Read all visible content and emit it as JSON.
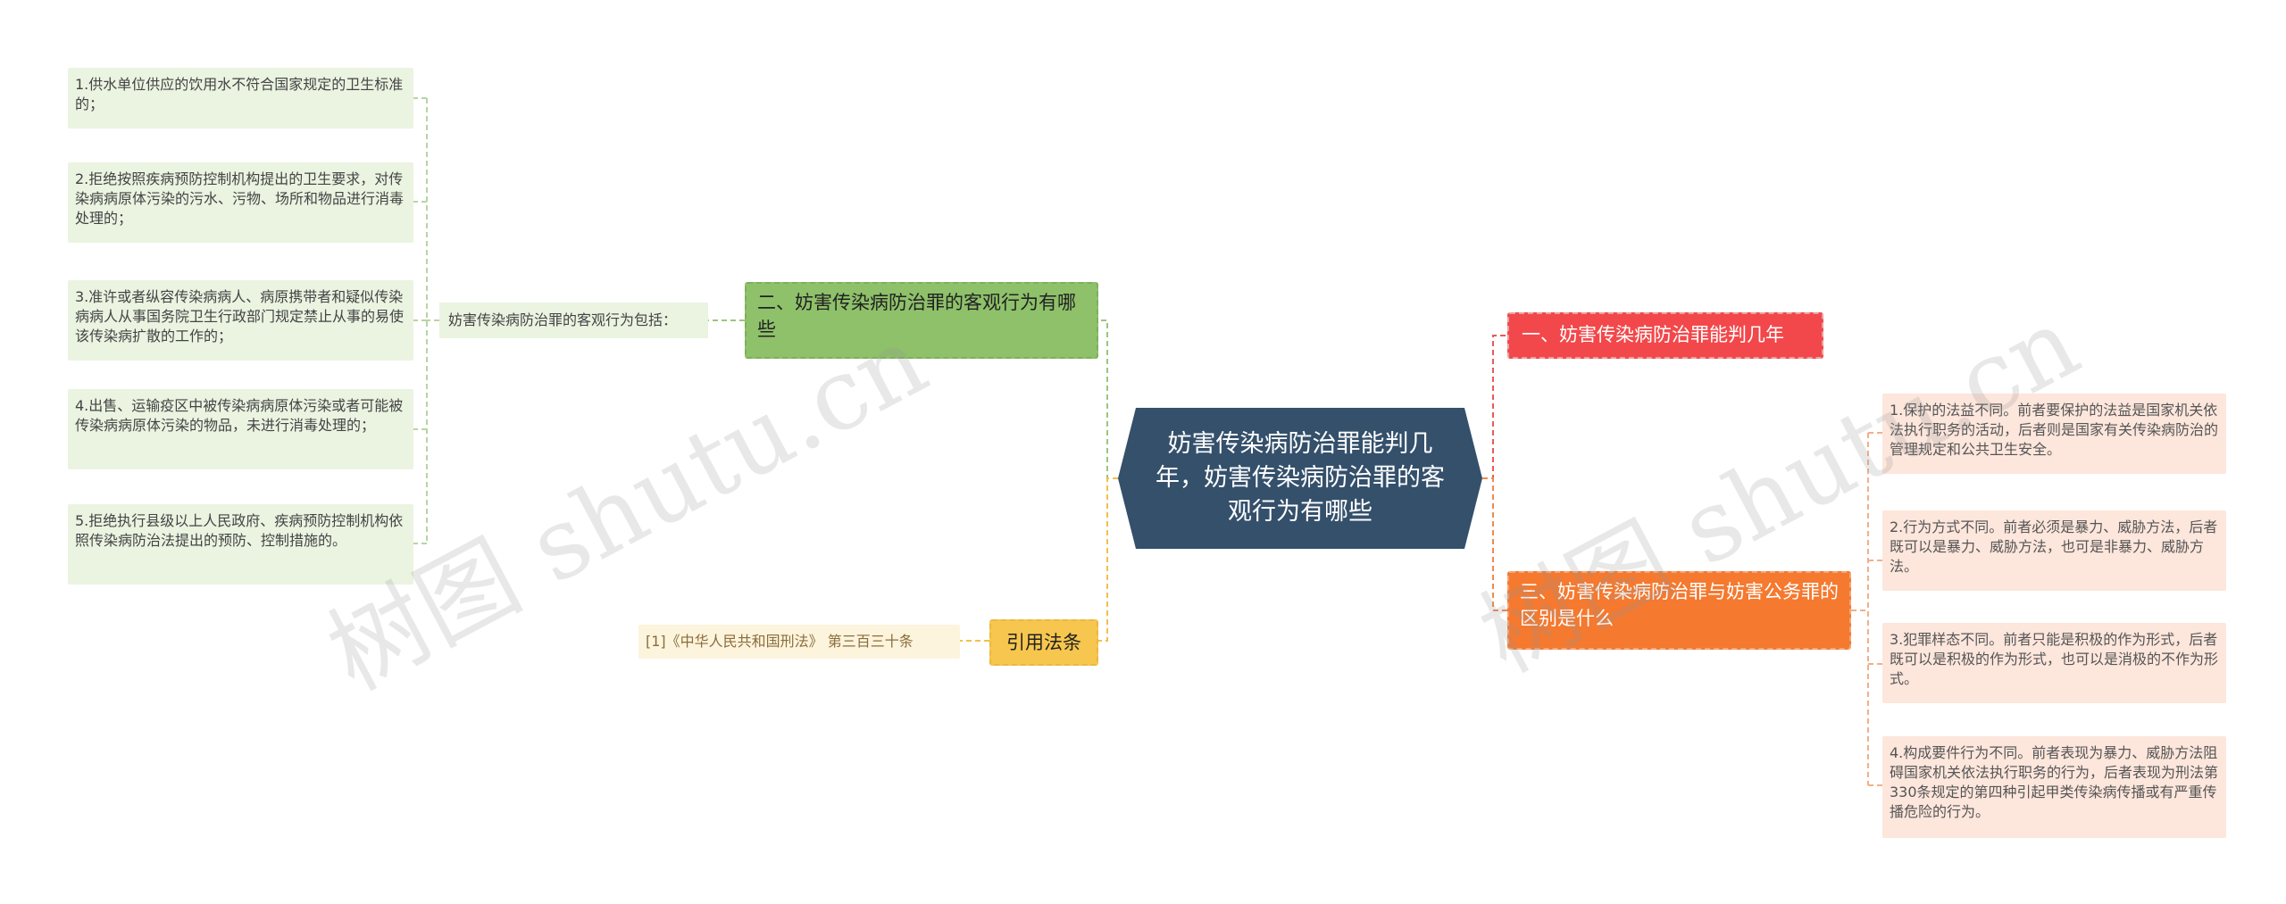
{
  "central": {
    "text": "妨害传染病防治罪能判几年，妨害传染病防治罪的客观行为有哪些",
    "color": "#34506b"
  },
  "left_branches": {
    "objective": {
      "title": "二、妨害传染病防治罪的客观行为有哪些",
      "color": "#8ec16a",
      "sub_label": "妨害传染病防治罪的客观行为包括：",
      "items": [
        "1.供水单位供应的饮用水不符合国家规定的卫生标准的；",
        "2.拒绝按照疾病预防控制机构提出的卫生要求，对传染病病原体污染的污水、污物、场所和物品进行消毒处理的；",
        "3.准许或者纵容传染病病人、病原携带者和疑似传染病病人从事国务院卫生行政部门规定禁止从事的易使该传染病扩散的工作的；",
        "4.出售、运输疫区中被传染病病原体污染或者可能被传染病病原体污染的物品，未进行消毒处理的；",
        "5.拒绝执行县级以上人民政府、疾病预防控制机构依照传染病防治法提出的预防、控制措施的。"
      ]
    },
    "citation": {
      "title": "引用法条",
      "color": "#f7c64e",
      "items": [
        "[1]《中华人民共和国刑法》 第三百三十条"
      ]
    }
  },
  "right_branches": {
    "sentence": {
      "title": "一、妨害传染病防治罪能判几年",
      "color": "#f2484b"
    },
    "difference": {
      "title": "三、妨害传染病防治罪与妨害公务罪的区别是什么",
      "color": "#f5792f",
      "items": [
        "1.保护的法益不同。前者要保护的法益是国家机关依法执行职务的活动，后者则是国家有关传染病防治的管理规定和公共卫生安全。",
        "2.行为方式不同。前者必须是暴力、威胁方法，后者既可以是暴力、威胁方法，也可是非暴力、威胁方法。",
        "3.犯罪样态不同。前者只能是积极的作为形式，后者既可以是积极的作为形式，也可以是消极的不作为形式。",
        "4.构成要件行为不同。前者表现为暴力、威胁方法阻碍国家机关依法执行职务的行为，后者表现为刑法第330条规定的第四种引起甲类传染病传播或有严重传播危险的行为。"
      ]
    }
  },
  "watermarks": [
    "树图 shutu.cn",
    "树图 shutu.cn"
  ]
}
